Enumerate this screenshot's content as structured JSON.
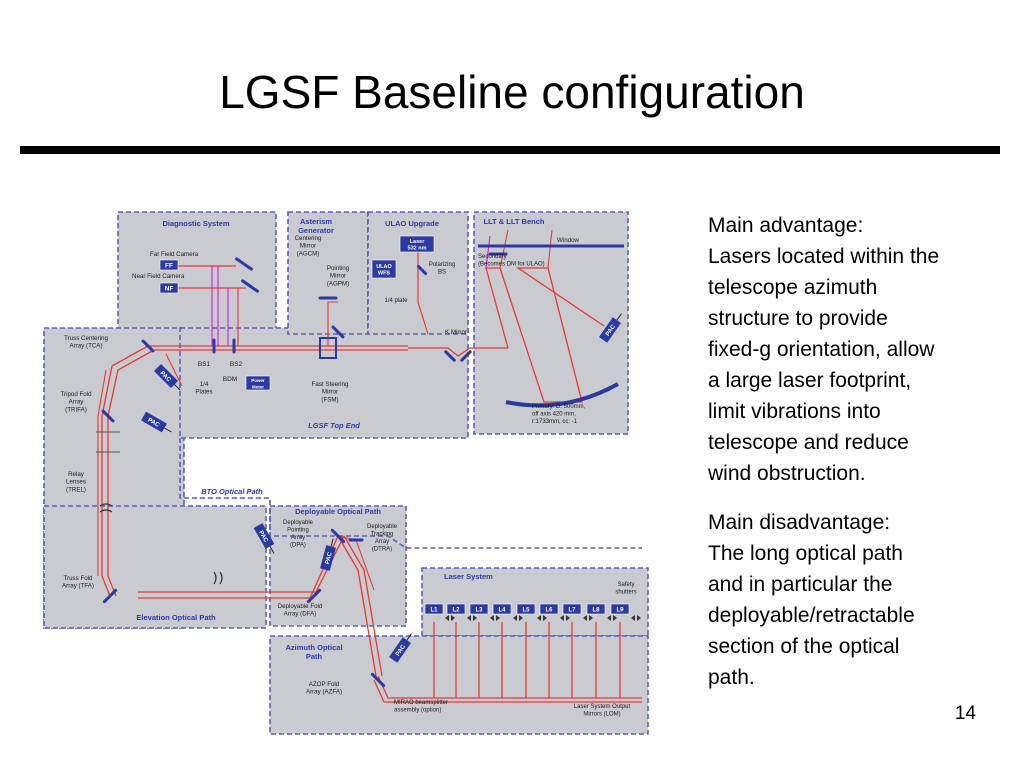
{
  "slide": {
    "title": "LGSF Baseline configuration",
    "page_number": "14"
  },
  "side_text": {
    "advantage_heading": "Main advantage:",
    "advantage_lines": [
      "Lasers located within the",
      "telescope azimuth",
      "structure to provide",
      "fixed-g orientation, allow",
      "a large laser footprint,",
      "limit vibrations into",
      "telescope and reduce",
      "wind obstruction."
    ],
    "disadvantage_heading": "Main disadvantage:",
    "disadvantage_lines": [
      "The long optical path",
      "and in particular the",
      "deployable/retractable",
      "section of the optical",
      "path."
    ]
  },
  "diagram": {
    "colors": {
      "panel": "#c9cbd0",
      "panel_border": "#5a5fb8",
      "section_label": "#2b3aa8",
      "beam": "#e53935",
      "beam_magenta": "#d81bd8",
      "device": "#2a3aa0",
      "text": "#1a1a1a"
    },
    "sections": {
      "diagnostic": "Diagnostic System",
      "asterism": [
        "Asterism",
        "Generator"
      ],
      "ulao": "ULAO Upgrade",
      "llt": "LLT & LLT Bench",
      "lgsf_top_end": "LGSF Top End",
      "bto_path": "BTO Optical Path",
      "deployable": "Deployable Optical Path",
      "elevation": "Elevation Optical Path",
      "laser_system": "Laser System",
      "azimuth": [
        "Azimuth Optical",
        "Path"
      ]
    },
    "labels": {
      "far_field_camera": "Far Field Camera",
      "near_field_camera": "Near Field Camera",
      "ff": "FF",
      "nf": "NF",
      "centering_mirror": [
        "Centering",
        "Mirror",
        "(AGCM)"
      ],
      "pointing_mirror": [
        "Pointing",
        "Mirror",
        "(AGPM)"
      ],
      "laser_box": [
        "Laser",
        "532 nm"
      ],
      "ulao_wfs": [
        "ULAO",
        "WFS"
      ],
      "polarizing_bs": [
        "Polarizing",
        "BS"
      ],
      "quarter_plate": "1/4 plate",
      "k_mirror": "K Mirror",
      "window": "Window",
      "secondary": [
        "Secondary",
        "(Becomes DM for ULAO)"
      ],
      "truss_centering": [
        "Truss Centering",
        "Array (TCA)"
      ],
      "tripod_fold": [
        "Tripod Fold",
        "Array",
        "(TRIFA)"
      ],
      "relay_lenses": [
        "Relay",
        "Lenses",
        "(TREL)"
      ],
      "truss_fold": [
        "Truss Fold",
        "Array (TFA)"
      ],
      "bs1": "BS1",
      "bs2": "BS2",
      "bdm": "BDM",
      "quarter_plates": [
        "1/4",
        "Plates"
      ],
      "power_meter": [
        "Power",
        "Meter"
      ],
      "fast_steering": [
        "Fast Steering",
        "Mirror",
        "(FSM)"
      ],
      "primary": [
        "Primary: D: 500mm,",
        "off axis 420 mm,",
        "r:1733mm, cc: -1"
      ],
      "deployable_pointing": [
        "Deployable",
        "Pointing",
        "Array",
        "(DPA)"
      ],
      "deployable_tracking": [
        "Deployable",
        "Tracking",
        "Array",
        "(DTRA)"
      ],
      "deployable_fold": [
        "Deployable Fold",
        "Array (DFA)"
      ],
      "safety_shutters": [
        "Safety",
        "shutters"
      ],
      "lasers": [
        "L1",
        "L2",
        "L3",
        "L4",
        "L5",
        "L6",
        "L7",
        "L8",
        "L9"
      ],
      "azop_fold": [
        "AZOP Fold",
        "Array (AZFA)"
      ],
      "mirao": [
        "MIRAO beamsplitter",
        "assembly (option)"
      ],
      "laser_output_mirrors": [
        "Laser System Output",
        "Mirrors (LOM)"
      ],
      "pac": "PAC"
    }
  }
}
